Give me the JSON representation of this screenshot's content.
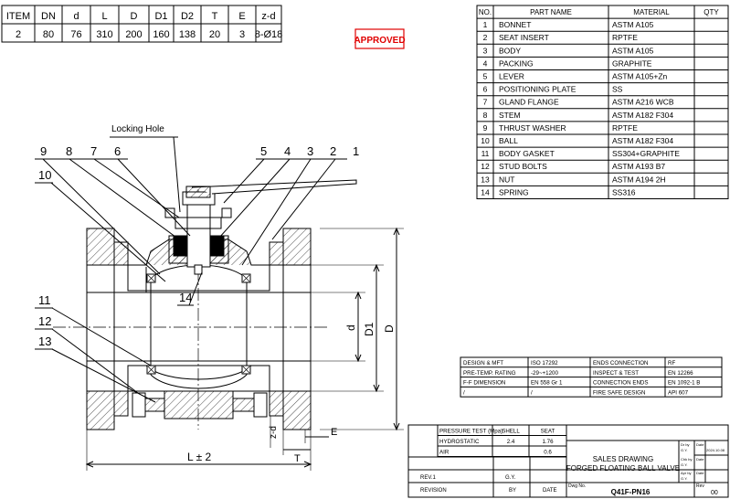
{
  "dims_table": {
    "headers": [
      "ITEM",
      "DN",
      "d",
      "L",
      "D",
      "D1",
      "D2",
      "T",
      "E",
      "z-d"
    ],
    "values": [
      "2",
      "80",
      "76",
      "310",
      "200",
      "160",
      "138",
      "20",
      "3",
      "8-Ø18"
    ]
  },
  "approved_stamp": "APPROVED",
  "parts_table": {
    "headers": [
      "NO.",
      "PART NAME",
      "MATERIAL",
      "QTY"
    ],
    "rows": [
      [
        "1",
        "BONNET",
        "ASTM A105",
        ""
      ],
      [
        "2",
        "SEAT INSERT",
        "RPTFE",
        ""
      ],
      [
        "3",
        "BODY",
        "ASTM A105",
        ""
      ],
      [
        "4",
        "PACKING",
        "GRAPHITE",
        ""
      ],
      [
        "5",
        "LEVER",
        "ASTM A105+Zn",
        ""
      ],
      [
        "6",
        "POSITIONING PLATE",
        "SS",
        ""
      ],
      [
        "7",
        "GLAND FLANGE",
        "ASTM A216 WCB",
        ""
      ],
      [
        "8",
        "STEM",
        "ASTM A182 F304",
        ""
      ],
      [
        "9",
        "THRUST WASHER",
        "RPTFE",
        ""
      ],
      [
        "10",
        "BALL",
        "ASTM A182 F304",
        ""
      ],
      [
        "11",
        "BODY GASKET",
        "SS304+GRAPHITE",
        ""
      ],
      [
        "12",
        "STUD BOLTS",
        "ASTM A193 B7",
        ""
      ],
      [
        "13",
        "NUT",
        "ASTM A194 2H",
        ""
      ],
      [
        "14",
        "SPRING",
        "SS316",
        ""
      ]
    ]
  },
  "drawing": {
    "locking_hole_label": "Locking Hole",
    "balloons": [
      "1",
      "2",
      "3",
      "4",
      "5",
      "6",
      "7",
      "8",
      "9",
      "10",
      "11",
      "12",
      "13",
      "14"
    ],
    "dim_labels": {
      "d": "d",
      "D1": "D1",
      "D": "D",
      "L": "L ± 2",
      "T": "T",
      "E": "E",
      "zd": "z-d"
    }
  },
  "spec_table": {
    "rows": [
      [
        "DESIGN & MFT",
        "ISO 17292",
        "ENDS CONNECTION",
        "RF"
      ],
      [
        "PRE-TEMP. RATING",
        "-29~+1200",
        "INSPECT & TEST",
        "EN 12266"
      ],
      [
        "F-F DIMENSION",
        "EN 558 Gr 1",
        "CONNECTION ENDS",
        "EN 1092-1 B"
      ],
      [
        "/",
        "/",
        "FIRE SAFE DESIGN",
        "API 607"
      ]
    ]
  },
  "pressure_table": {
    "headers": [
      "PRESSURE TEST (Mpa)",
      "SHELL",
      "SEAT"
    ],
    "rows": [
      [
        "HYDROSTATIC",
        "2.4",
        "1.76"
      ],
      [
        "AIR",
        "",
        "0.6"
      ]
    ]
  },
  "title_block": {
    "title_line1": "SALES DRAWING",
    "title_line2": "FORGED FLOATING BALL VALVE",
    "rev_label": "REV.1",
    "gy_label": "G.Y.",
    "revision_label": "REVISION",
    "by_label": "BY",
    "date_label": "DATE",
    "dwg_label": "Dwg No.",
    "dwg_no": "Q41F-PN16",
    "rev_no_label": "Rev",
    "rev_no": "00",
    "dr_by": "Dr by",
    "dr_name": "G.Y.",
    "date_hdr": "Date",
    "date_val": "2024.10.08",
    "chk_by": "Chk by",
    "chk_name": "G.Y.",
    "apr_by": "Apr by",
    "apr_name": "G.Y."
  }
}
